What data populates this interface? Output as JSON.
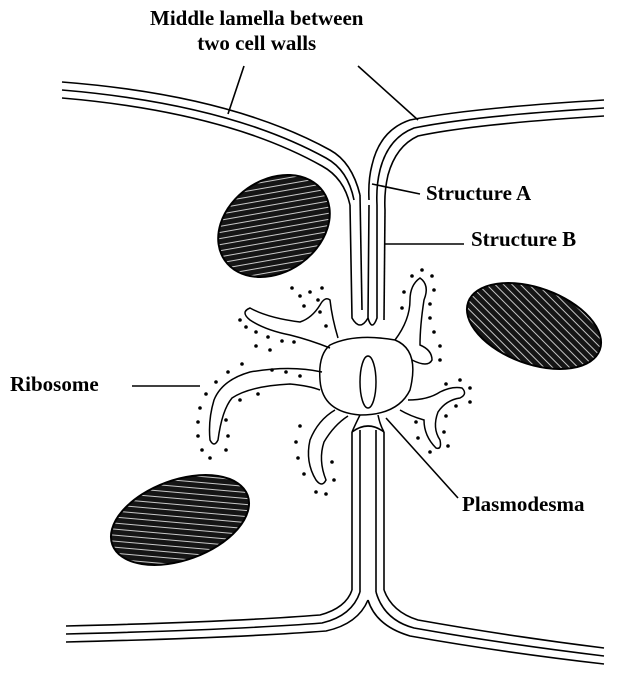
{
  "labels": {
    "middle_lamella_line1": "Middle lamella between",
    "middle_lamella_line2": "two cell walls",
    "structure_a": "Structure A",
    "structure_b": "Structure B",
    "ribosome": "Ribosome",
    "plasmodesma": "Plasmodesma"
  },
  "colors": {
    "ink": "#000000",
    "fill": "#1a1a1a",
    "background": "#ffffff"
  }
}
